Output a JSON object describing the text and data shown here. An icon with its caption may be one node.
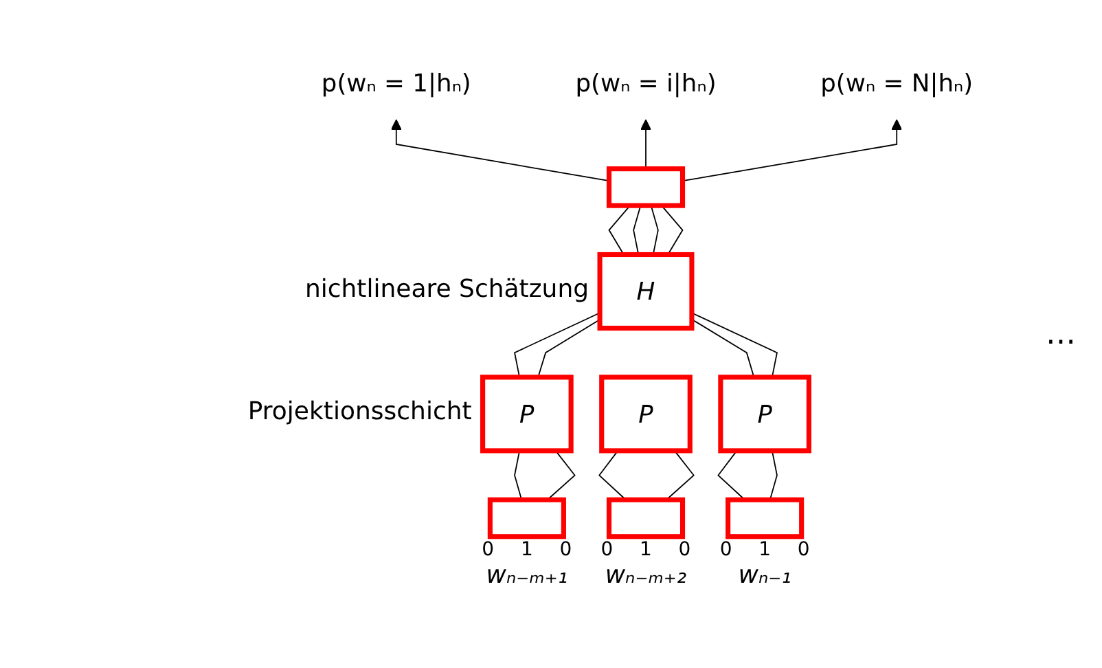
{
  "diagram": {
    "nodes": [
      {
        "text": [
          "p(wₙ = 1|hₙ)"
        ]
      },
      {
        "text": [
          "p(wₙ = i|hₙ)"
        ]
      },
      {
        "text": [
          "p(wₙ = N|hₙ)"
        ]
      },
      {
        "text": [],
        "shape": "box"
      },
      {
        "text": [
          "H"
        ],
        "beside": [
          "nichtlineare Schätzung"
        ]
      },
      {
        "text": [
          "P"
        ],
        "beside": [
          "Projektionsschicht"
        ]
      },
      {
        "text": [
          "P"
        ]
      },
      {
        "text": [
          "P"
        ]
      },
      {
        "text": [],
        "shape": "box",
        "beside": [
          "0",
          "1",
          "0",
          "wₙ₋ₘ₊₁"
        ]
      },
      {
        "text": [],
        "shape": "box",
        "beside": [
          "0",
          "1",
          "0",
          "wₙ₋ₘ₊₂"
        ]
      },
      {
        "text": [],
        "shape": "box",
        "beside": [
          "0",
          "1",
          "0",
          "wₙ₋₁"
        ]
      }
    ],
    "edges": [
      {
        "from": 3,
        "to": 0,
        "arrow": "to"
      },
      {
        "from": 3,
        "to": 1,
        "arrow": "to"
      },
      {
        "from": 3,
        "to": 2,
        "arrow": "to"
      },
      {
        "from": 4,
        "to": 3,
        "arrow": "none"
      },
      {
        "from": 4,
        "to": 3,
        "arrow": "none"
      },
      {
        "from": 4,
        "to": 3,
        "arrow": "none"
      },
      {
        "from": 4,
        "to": 3,
        "arrow": "none"
      },
      {
        "from": 5,
        "to": 4,
        "arrow": "none"
      },
      {
        "from": 5,
        "to": 4,
        "arrow": "none"
      },
      {
        "from": 7,
        "to": 4,
        "arrow": "none"
      },
      {
        "from": 7,
        "to": 4,
        "arrow": "none"
      },
      {
        "from": 8,
        "to": 5,
        "arrow": "none"
      },
      {
        "from": 8,
        "to": 5,
        "arrow": "none"
      },
      {
        "from": 9,
        "to": 6,
        "arrow": "none"
      },
      {
        "from": 9,
        "to": 6,
        "arrow": "none"
      },
      {
        "from": 10,
        "to": 7,
        "arrow": "none"
      },
      {
        "from": 10,
        "to": 7,
        "arrow": "none"
      }
    ],
    "labels": [
      "…"
    ]
  }
}
